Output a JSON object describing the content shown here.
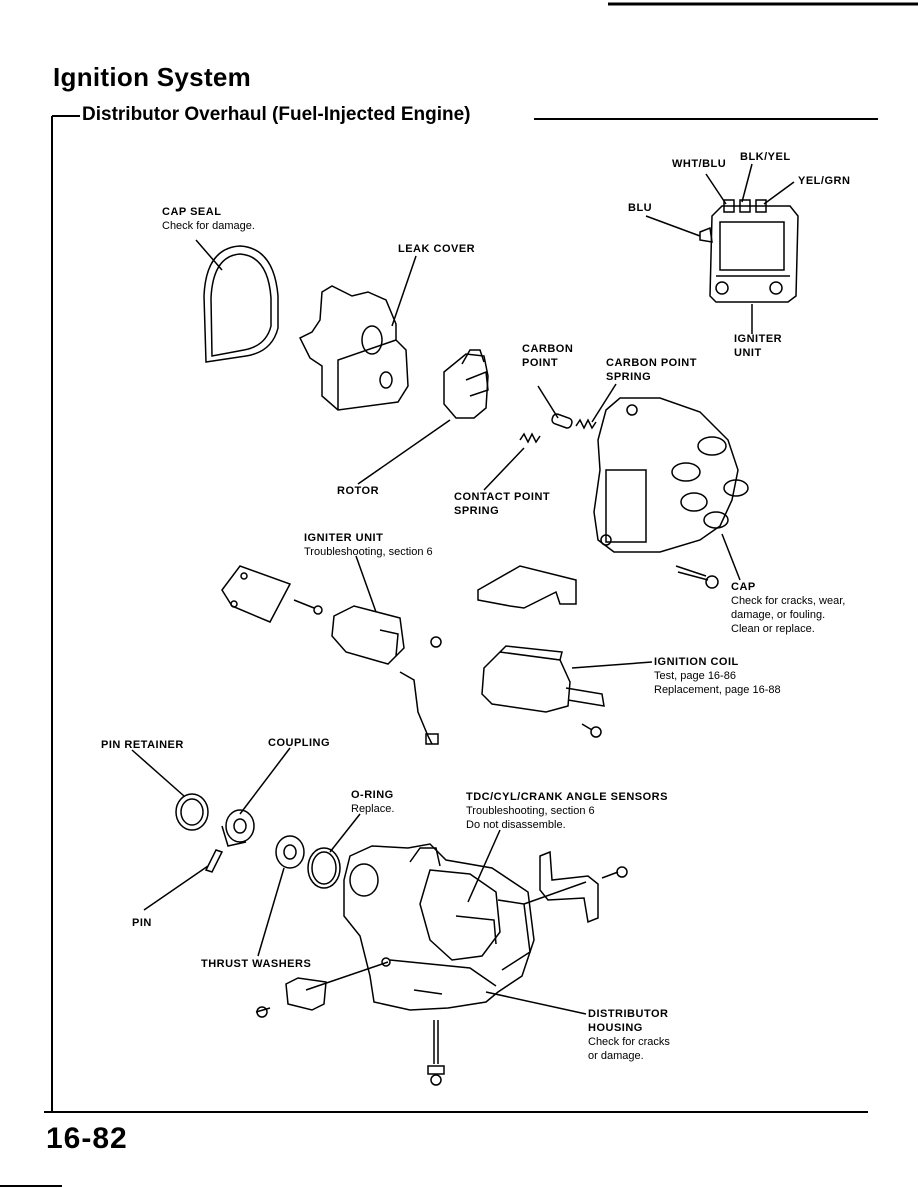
{
  "page": {
    "title": "Ignition System",
    "section_title": "Distributor Overhaul (Fuel-Injected Engine)",
    "page_number": "16-82"
  },
  "labels": {
    "cap_seal": {
      "name": "CAP SEAL",
      "note": "Check for damage."
    },
    "leak_cover": {
      "name": "LEAK COVER"
    },
    "wht_blu": {
      "name": "WHT/BLU"
    },
    "blk_yel": {
      "name": "BLK/YEL"
    },
    "yel_grn": {
      "name": "YEL/GRN"
    },
    "blu": {
      "name": "BLU"
    },
    "igniter_unit_top": {
      "name": "IGNITER UNIT"
    },
    "carbon_point": {
      "name": "CARBON POINT"
    },
    "carbon_point_spring": {
      "name": "CARBON POINT SPRING"
    },
    "rotor": {
      "name": "ROTOR"
    },
    "contact_point_spring": {
      "name": "CONTACT POINT SPRING"
    },
    "igniter_unit_mid": {
      "name": "IGNITER UNIT",
      "note": "Troubleshooting, section 6"
    },
    "cap": {
      "name": "CAP",
      "note1": "Check for cracks, wear,",
      "note2": "damage, or fouling.",
      "note3": "Clean or replace."
    },
    "ignition_coil": {
      "name": "IGNITION COIL",
      "note1": "Test, page 16-86",
      "note2": "Replacement, page 16-88"
    },
    "pin_retainer": {
      "name": "PIN RETAINER"
    },
    "coupling": {
      "name": "COUPLING"
    },
    "o_ring": {
      "name": "O-RING",
      "note": "Replace."
    },
    "tdc_sensors": {
      "name": "TDC/CYL/CRANK ANGLE SENSORS",
      "note1": "Troubleshooting, section 6",
      "note2": "Do not disassemble."
    },
    "pin": {
      "name": "PIN"
    },
    "thrust_washers": {
      "name": "THRUST WASHERS"
    },
    "distributor_housing": {
      "name1": "DISTRIBUTOR",
      "name2": "HOUSING",
      "note1": "Check for cracks",
      "note2": "or damage."
    }
  }
}
